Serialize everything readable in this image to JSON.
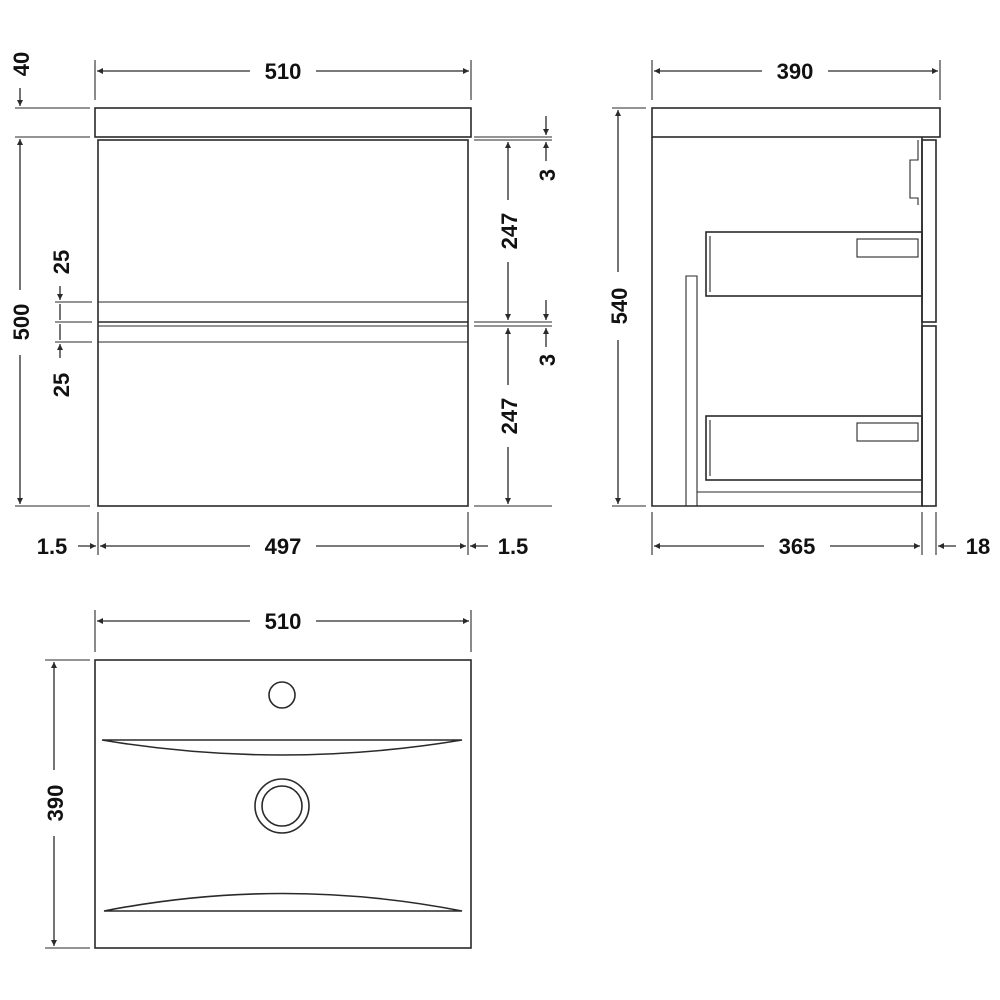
{
  "front_view": {
    "width_total": "510",
    "top_thickness": "40",
    "height_total": "500",
    "gap_top": "3",
    "drawer_top_height": "247",
    "gap_middle": "3",
    "drawer_bottom_height": "247",
    "handle_upper": "25",
    "handle_lower": "25",
    "side_left": "1.5",
    "width_inner": "497",
    "side_right": "1.5"
  },
  "side_view": {
    "depth_total": "390",
    "height_total": "540",
    "depth_inner": "365",
    "front_thickness": "18"
  },
  "top_view": {
    "width": "510",
    "depth": "390"
  }
}
